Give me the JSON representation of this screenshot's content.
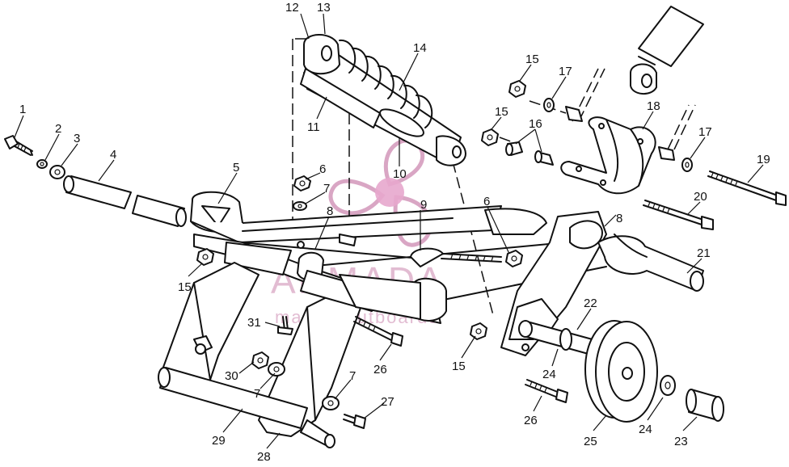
{
  "callouts": [
    {
      "id": "1",
      "text": "1"
    },
    {
      "id": "2",
      "text": "2"
    },
    {
      "id": "3",
      "text": "3"
    },
    {
      "id": "4",
      "text": "4"
    },
    {
      "id": "5",
      "text": "5"
    },
    {
      "id": "6a",
      "text": "6"
    },
    {
      "id": "7a",
      "text": "7"
    },
    {
      "id": "8a",
      "text": "8"
    },
    {
      "id": "9",
      "text": "9"
    },
    {
      "id": "10",
      "text": "10"
    },
    {
      "id": "11",
      "text": "11"
    },
    {
      "id": "12",
      "text": "12"
    },
    {
      "id": "13",
      "text": "13"
    },
    {
      "id": "14",
      "text": "14"
    },
    {
      "id": "15a",
      "text": "15"
    },
    {
      "id": "15b",
      "text": "15"
    },
    {
      "id": "15c",
      "text": "15"
    },
    {
      "id": "15d",
      "text": "15"
    },
    {
      "id": "16",
      "text": "16"
    },
    {
      "id": "17a",
      "text": "17"
    },
    {
      "id": "17b",
      "text": "17"
    },
    {
      "id": "18",
      "text": "18"
    },
    {
      "id": "19",
      "text": "19"
    },
    {
      "id": "20",
      "text": "20"
    },
    {
      "id": "21",
      "text": "21"
    },
    {
      "id": "22",
      "text": "22"
    },
    {
      "id": "23",
      "text": "23"
    },
    {
      "id": "24a",
      "text": "24"
    },
    {
      "id": "24b",
      "text": "24"
    },
    {
      "id": "25",
      "text": "25"
    },
    {
      "id": "26a",
      "text": "26"
    },
    {
      "id": "26b",
      "text": "26"
    },
    {
      "id": "27",
      "text": "27"
    },
    {
      "id": "28",
      "text": "28"
    },
    {
      "id": "29",
      "text": "29"
    },
    {
      "id": "30",
      "text": "30"
    },
    {
      "id": "31",
      "text": "31"
    },
    {
      "id": "6b",
      "text": "6"
    },
    {
      "id": "7b",
      "text": "7"
    },
    {
      "id": "7c",
      "text": "7"
    },
    {
      "id": "8b",
      "text": "8"
    }
  ],
  "watermark": {
    "brand": "ARMADA",
    "tagline": "marine outboards",
    "color": "#d9a6c4"
  },
  "colors": {
    "line": "#111111",
    "background": "#ffffff"
  }
}
